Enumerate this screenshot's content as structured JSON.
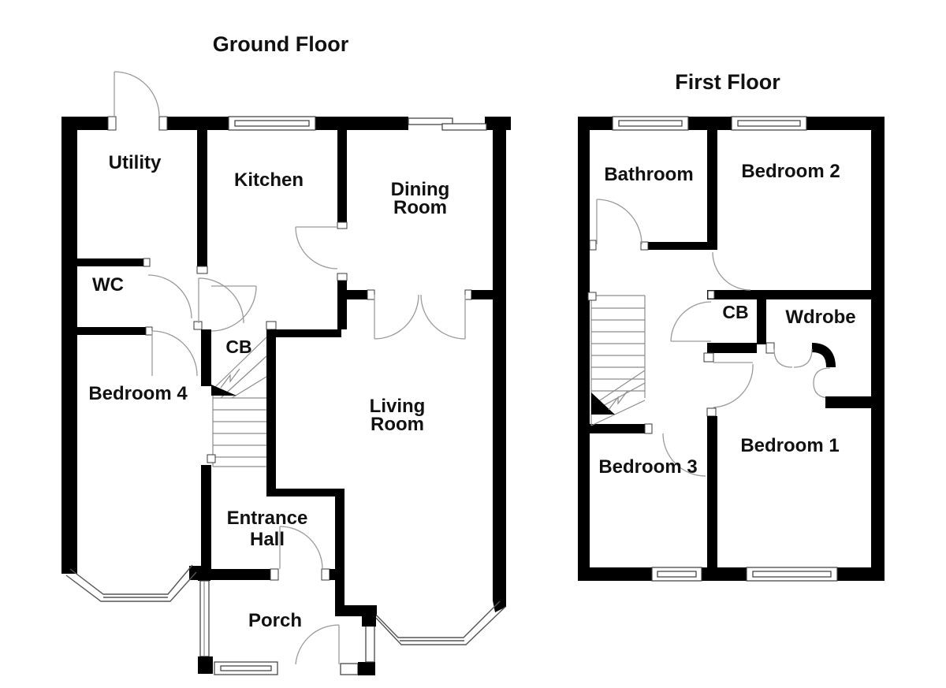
{
  "document": {
    "type": "floorplan",
    "background": "#ffffff",
    "wall_color": "#000000",
    "door_arc_color": "#9a9a9a",
    "window_line_color": "#3a3a3a"
  },
  "ground_floor": {
    "title": "Ground Floor",
    "rooms": {
      "utility": "Utility",
      "kitchen": "Kitchen",
      "dining_1": "Dining",
      "dining_2": "Room",
      "wc": "WC",
      "bedroom4": "Bedroom 4",
      "cb": "CB",
      "living_1": "Living",
      "living_2": "Room",
      "entrance_1": "Entrance",
      "entrance_2": "Hall",
      "porch": "Porch"
    }
  },
  "first_floor": {
    "title": "First Floor",
    "rooms": {
      "bathroom": "Bathroom",
      "bedroom2": "Bedroom 2",
      "cb": "CB",
      "wardrobe": "Wdrobe",
      "bedroom3": "Bedroom 3",
      "bedroom1": "Bedroom 1"
    }
  }
}
